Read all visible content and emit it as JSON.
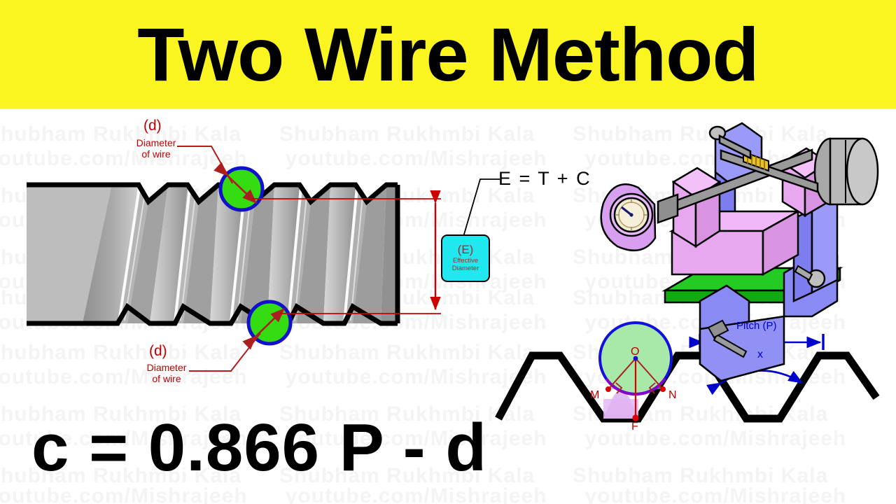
{
  "title": {
    "text": "Two Wire Method",
    "banner_color": "#faf521",
    "text_color": "#000000"
  },
  "watermark": {
    "line_a": "Shubham Rukhmbi Kala",
    "line_b": "youtube.com/Mishrajeeh"
  },
  "bottom_formula": {
    "text": "c = 0.866 P - d"
  },
  "screw_diagram": {
    "wire_top": {
      "symbol": "(d)",
      "caption_line1": "Diameter",
      "caption_line2": "of wire",
      "fill_color": "#33dd11",
      "stroke_color": "#1111cc"
    },
    "wire_bottom": {
      "symbol": "(d)",
      "caption_line1": "Diameter",
      "caption_line2": "of wire",
      "fill_color": "#33dd11",
      "stroke_color": "#1111cc"
    },
    "effective_diameter_box": {
      "symbol": "(E)",
      "caption_line1": "Effective",
      "caption_line2": "Diameter",
      "box_color": "#21e8ee",
      "text_color": "#9a3030"
    },
    "formula_callout": "E = T + C",
    "dimension_color": "#cc0000"
  },
  "thread_profile": {
    "points": {
      "center": "O",
      "left_contact": "M",
      "right_contact": "N",
      "root": "F"
    },
    "pitch_label": "Pitch (P)",
    "angle_label": "x",
    "circle_fill": "#a8e8a8",
    "circle_stroke": "#1111dd",
    "annotation_color": "#0000cc",
    "point_color": "#dd0000"
  },
  "micrometer": {
    "name": "floating-carriage-micrometer",
    "colors": {
      "body": "#e8a8f0",
      "stand": "#9090f0",
      "base": "#11bb11",
      "drum": "#b0b0b0",
      "dial_face": "#f0ead0"
    }
  }
}
